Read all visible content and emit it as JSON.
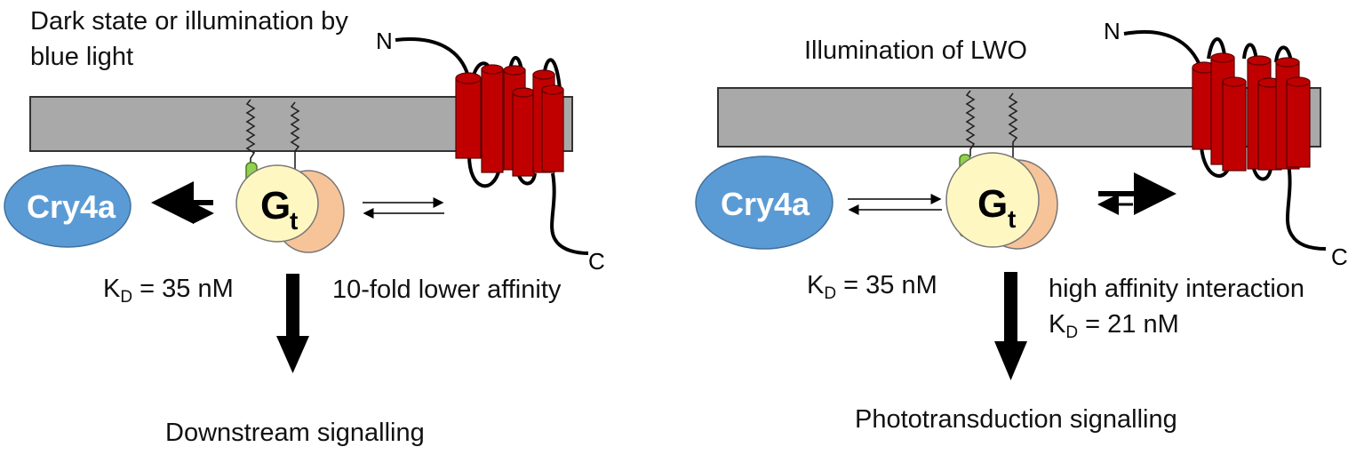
{
  "colors": {
    "membrane": "#a9a9a9",
    "cry4a": "#5b9bd5",
    "g_alpha": "#fff7c2",
    "g_beta": "#f7c49a",
    "receptor": "#c00000",
    "anchor": "#92d050"
  },
  "left": {
    "condition": "Dark state or illumination by blue light",
    "cry_label": "Cry4a",
    "g_label": "G",
    "g_sub": "t",
    "n_term": "N",
    "c_term": "C",
    "kd_prefix": "K",
    "kd_sub": "D",
    "kd_value": " = 35 nM",
    "affinity_note": "10-fold lower affinity",
    "outcome": "Downstream signalling"
  },
  "right": {
    "condition": "Illumination of LWO",
    "cry_label": "Cry4a",
    "g_label": "G",
    "g_sub": "t",
    "n_term": "N",
    "c_term": "C",
    "kd_prefix": "K",
    "kd_sub": "D",
    "kd_value": " = 35 nM",
    "affinity_note": "high affinity interaction",
    "kd2_prefix": "K",
    "kd2_sub": "D",
    "kd2_value": " = 21 nM",
    "outcome": "Phototransduction signalling"
  }
}
